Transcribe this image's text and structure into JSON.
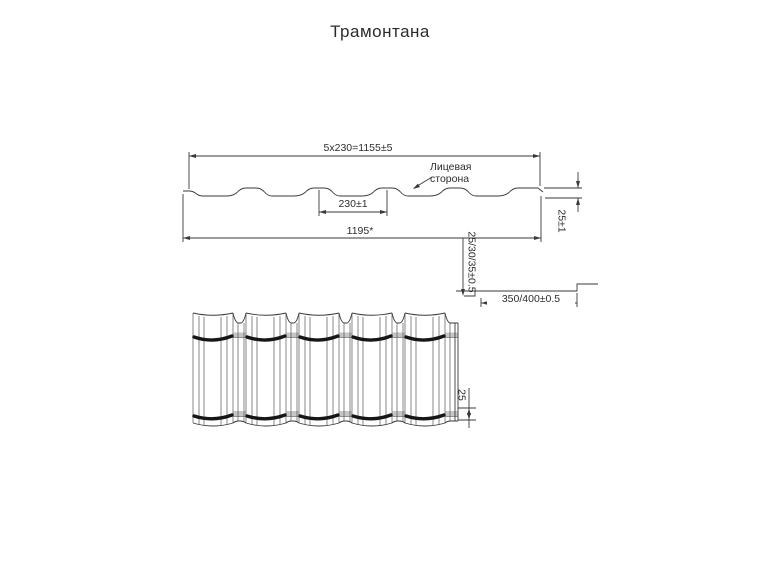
{
  "title": "Трамонтана",
  "colors": {
    "line": "#3a3a3a",
    "step_band": "#161616",
    "valley_band": "#c6c6c6",
    "background": "#ffffff",
    "text": "#2e2e2e"
  },
  "top_view": {
    "dim_modules_total": "5x230=1155±5",
    "dim_module_width": "230±1",
    "dim_overall_width": "1195*",
    "dim_profile_height": "25±1",
    "face_side_label_line1": "Лицевая",
    "face_side_label_line2": "сторона"
  },
  "step_view": {
    "dim_step_height": "25/30/35±0.5",
    "dim_step_length": "350/400±0.5"
  },
  "front_view": {
    "modules_count": 5,
    "dim_step_height": "25"
  }
}
